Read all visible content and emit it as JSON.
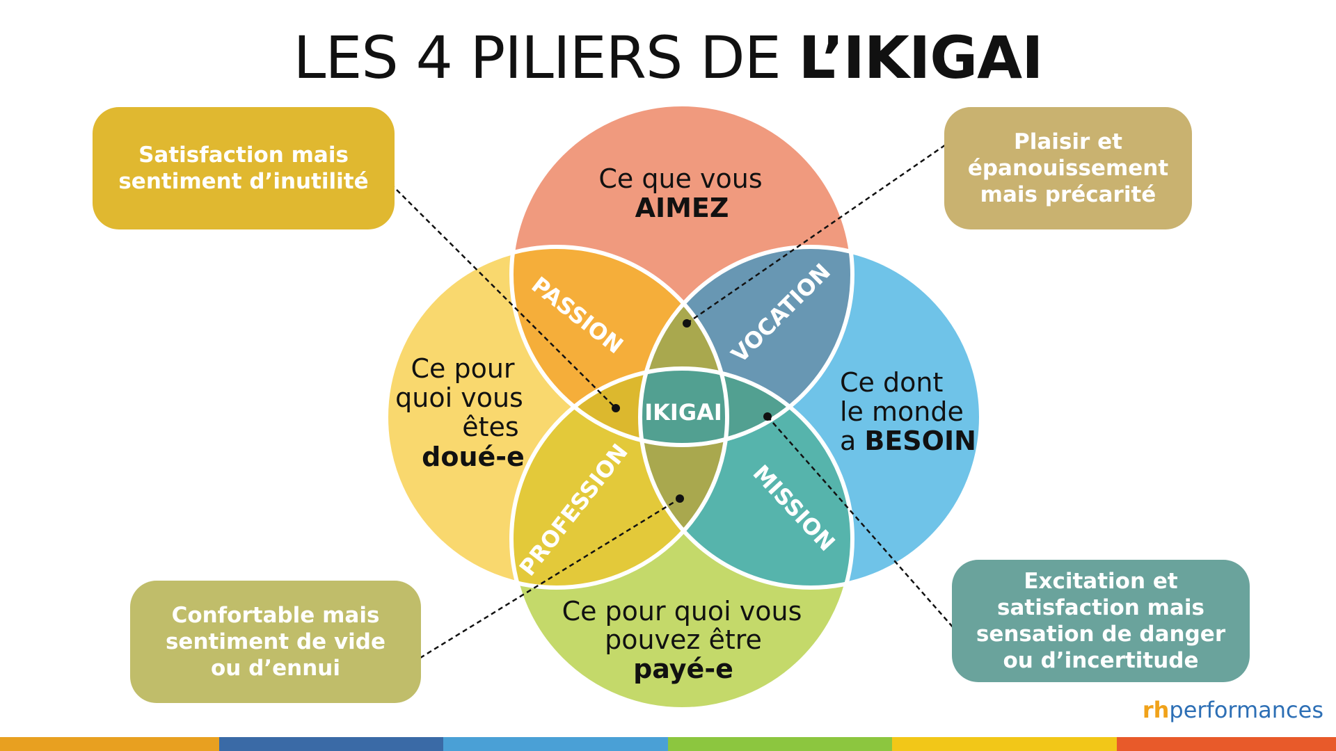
{
  "title": {
    "light": "LES 4 PILIERS DE ",
    "bold": "L’IKIGAI"
  },
  "circles": {
    "aimez": {
      "line1": "Ce que vous",
      "line2": "AIMEZ"
    },
    "doue": {
      "line1": "Ce pour",
      "line2": "quoi vous",
      "line3": "êtes",
      "line4": "doué-e"
    },
    "besoin": {
      "line1": "Ce dont",
      "line2": "le monde",
      "line3_prefix": "a ",
      "line3_bold": "BESOIN"
    },
    "paye": {
      "line1": "Ce pour quoi vous",
      "line2": "pouvez être",
      "line3": "payé-e"
    }
  },
  "overlaps": {
    "passion": "PASSION",
    "vocation": "VOCATION",
    "profession": "PROFESSION",
    "mission": "MISSION",
    "center": "IKIGAI"
  },
  "boxes": {
    "top_left": {
      "line1": "Satisfaction mais",
      "line2": "sentiment d’inutilité"
    },
    "top_right": {
      "line1": "Plaisir et",
      "line2": "épanouissement",
      "line3": "mais précarité"
    },
    "bottom_left": {
      "line1": "Confortable mais",
      "line2": "sentiment de vide",
      "line3": "ou d’ennui"
    },
    "bottom_right": {
      "line1": "Excitation et",
      "line2": "satisfaction mais",
      "line3": "sensation de danger",
      "line4": "ou d’incertitude"
    }
  },
  "logo": {
    "rh": "rh",
    "name": "performances"
  },
  "colors": {
    "aimez": "#f09a7e",
    "doue": "#f9d86e",
    "besoin": "#6fc3e8",
    "paye": "#c4d96a",
    "passion": "#f5ae3a",
    "vocation": "#6897b3",
    "profession": "#e3c93a",
    "mission": "#56b4ac",
    "box_top_left": "#e0b830",
    "box_top_right": "#c9b270",
    "box_bottom_left": "#c0bd6a",
    "box_bottom_right": "#6aa39c"
  }
}
